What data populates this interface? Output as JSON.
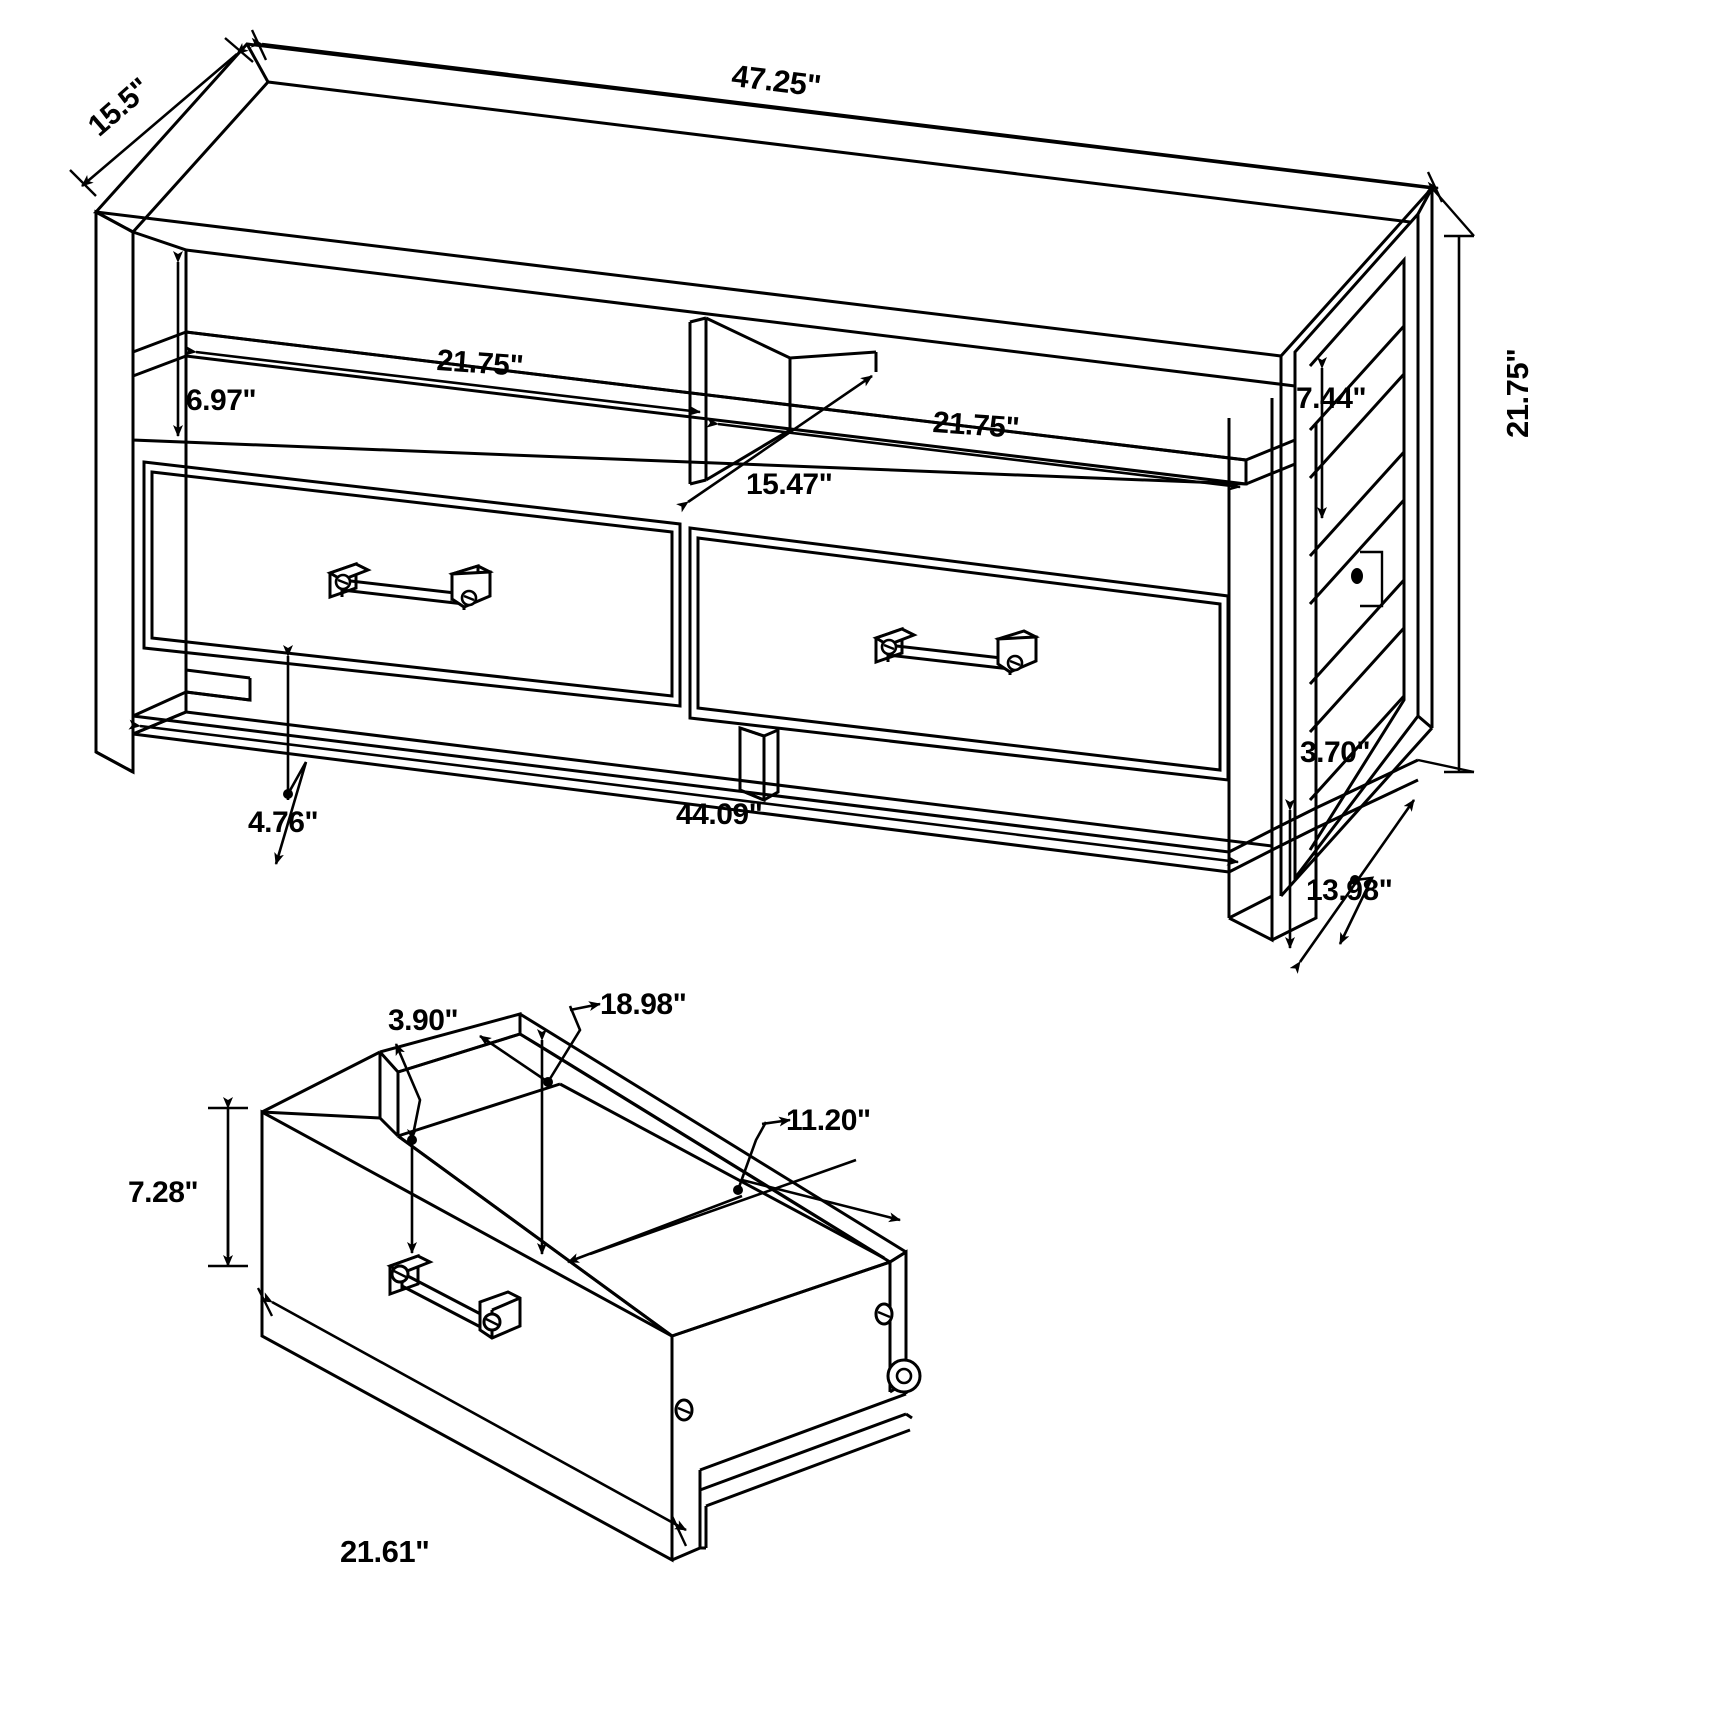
{
  "document": {
    "type": "furniture-dimension-drawing",
    "title": "TV Console Dimension Diagram",
    "unit": "inches",
    "line_color": "#000000",
    "background_color": "#ffffff"
  },
  "views": [
    {
      "id": "main-console",
      "name": "TV stand assembled view",
      "description": "Isometric view of a 2-drawer open-shelf TV console with slatted side panel"
    },
    {
      "id": "drawer-detail",
      "name": "Drawer detail view",
      "description": "Isometric view of a single removed drawer box with bar pull handle"
    }
  ],
  "dimensions": {
    "console": {
      "overall_width": "47.25\"",
      "overall_depth": "15.5\"",
      "overall_height": "21.75\"",
      "shelf_opening_height": "6.97\"",
      "shelf_left_opening_width": "21.75\"",
      "shelf_right_opening_width": "21.75\"",
      "center_divider_depth": "15.47\"",
      "side_slat_opening_height": "7.44\"",
      "drawer_front_height": "4.76\"",
      "base_width": "44.09\"",
      "base_clearance_height": "3.70\"",
      "base_depth": "13.98\""
    },
    "drawer": {
      "interior_depth": "18.98\"",
      "side_wall_height": "3.90\"",
      "interior_width": "11.20\"",
      "front_height": "7.28\"",
      "front_width": "21.61\""
    }
  },
  "labels": {
    "depth_15_5": "15.5\"",
    "width_47_25": "47.25\"",
    "shelf_height_6_97": "6.97\"",
    "shelf_left_21_75": "21.75\"",
    "shelf_right_21_75": "21.75\"",
    "divider_15_47": "15.47\"",
    "slat_7_44": "7.44\"",
    "height_21_75": "21.75\"",
    "drawer_front_4_76": "4.76\"",
    "base_44_09": "44.09\"",
    "clearance_3_70": "3.70\"",
    "base_depth_13_98": "13.98\"",
    "drawer_3_90": "3.90\"",
    "drawer_18_98": "18.98\"",
    "drawer_11_20": "11.20\"",
    "drawer_7_28": "7.28\"",
    "drawer_21_61": "21.61\""
  }
}
